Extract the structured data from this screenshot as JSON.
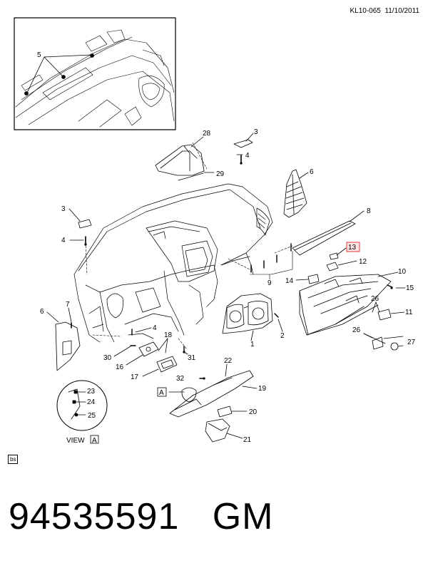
{
  "header": {
    "ref": "KL10-065",
    "date": "11/10/2011"
  },
  "diagram": {
    "callouts": [
      {
        "id": "c5",
        "text": "5"
      },
      {
        "id": "c28",
        "text": "28"
      },
      {
        "id": "c3a",
        "text": "3"
      },
      {
        "id": "c4a",
        "text": "4"
      },
      {
        "id": "c29",
        "text": "29"
      },
      {
        "id": "c6a",
        "text": "6"
      },
      {
        "id": "c8",
        "text": "8"
      },
      {
        "id": "c3b",
        "text": "3"
      },
      {
        "id": "c4b",
        "text": "4"
      },
      {
        "id": "c13",
        "text": "13"
      },
      {
        "id": "c12",
        "text": "12"
      },
      {
        "id": "c10",
        "text": "10"
      },
      {
        "id": "c14",
        "text": "14"
      },
      {
        "id": "c9",
        "text": "9"
      },
      {
        "id": "c15",
        "text": "15"
      },
      {
        "id": "c7",
        "text": "7"
      },
      {
        "id": "c6b",
        "text": "6"
      },
      {
        "id": "c26a",
        "text": "26"
      },
      {
        "id": "c11",
        "text": "11"
      },
      {
        "id": "c4c",
        "text": "4"
      },
      {
        "id": "c2",
        "text": "2"
      },
      {
        "id": "c1",
        "text": "1"
      },
      {
        "id": "c18",
        "text": "18"
      },
      {
        "id": "c26b",
        "text": "26"
      },
      {
        "id": "c27",
        "text": "27"
      },
      {
        "id": "c30",
        "text": "30"
      },
      {
        "id": "c16",
        "text": "16"
      },
      {
        "id": "c31",
        "text": "31"
      },
      {
        "id": "c22",
        "text": "22"
      },
      {
        "id": "c17",
        "text": "17"
      },
      {
        "id": "c32",
        "text": "32"
      },
      {
        "id": "c19",
        "text": "19"
      },
      {
        "id": "cA",
        "text": "A"
      },
      {
        "id": "c23",
        "text": "23"
      },
      {
        "id": "c24",
        "text": "24"
      },
      {
        "id": "c25",
        "text": "25"
      },
      {
        "id": "c20",
        "text": "20"
      },
      {
        "id": "c21",
        "text": "21"
      }
    ],
    "highlight_color": "#e0393e",
    "view_label": "VIEW",
    "view_letter": "A"
  },
  "footer": {
    "tag": "bs",
    "part_number": "94535591",
    "brand": "GM"
  }
}
